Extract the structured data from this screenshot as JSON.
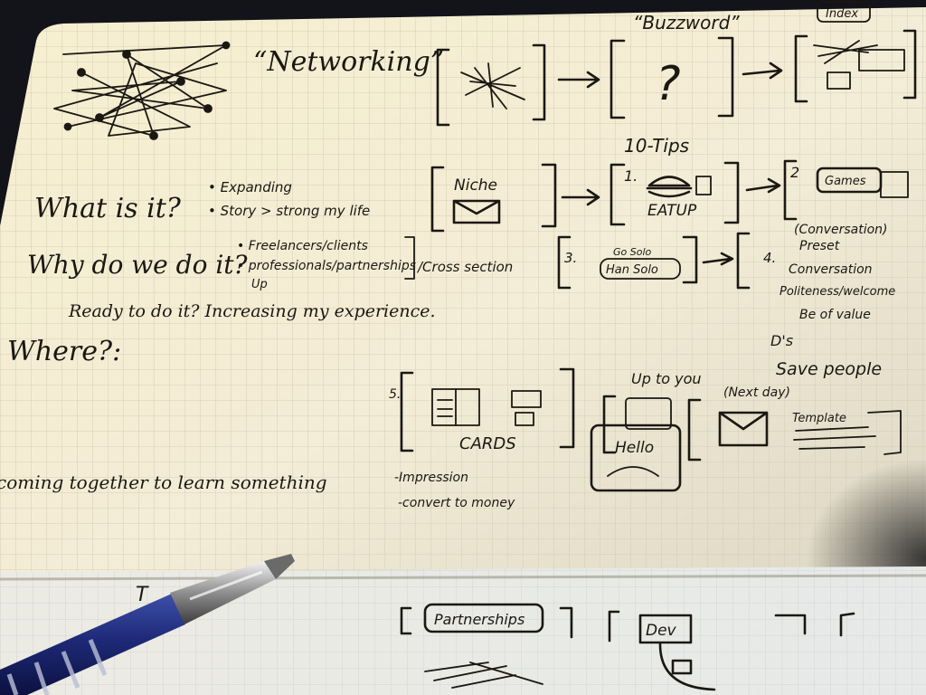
{
  "notebook": {
    "top_page": {
      "title": "“Networking”",
      "questions": {
        "what": {
          "label": "What is it?",
          "bullets": [
            "• Expanding",
            "• Story > strong my life"
          ]
        },
        "why": {
          "label": "Why do we do it?",
          "bullets": [
            "• Freelancers/clients",
            "• professionals/partnerships",
            "Up"
          ],
          "aside": "/Cross section"
        },
        "ready": "Ready to do it? Increasing my experience.",
        "where": "Where?:"
      },
      "footer_line": "coming together to learn something",
      "flow": {
        "top_label": "“Buzzword”",
        "unknown_mark": "?",
        "index_tag": "Index",
        "tips_label": "10-Tips",
        "niche_label": "Niche",
        "step1_number": "1.",
        "step1_caption": "EATUP",
        "step2_number": "2",
        "step2_tag": "Games",
        "step3_number": "3.",
        "step3_line1": "Go Solo",
        "step3_line2": "Han Solo",
        "step4_number": "4.",
        "step4_notes": [
          "(Conversation)",
          "Preset",
          "Conversation",
          "Politeness/welcome",
          "Be of value"
        ],
        "ds_label": "D's",
        "ds_note": "Save people",
        "cards_number": "5.",
        "cards_label": "CARDS",
        "cards_notes": [
          "-Impression",
          "-convert to money"
        ],
        "upto_label": "Up to you",
        "hello_label": "Hello",
        "next_day_label": "(Next day)",
        "template_label": "Template"
      }
    },
    "bottom_page": {
      "partnerships_tag": "Partnerships",
      "dev_tag": "Dev",
      "margin_mark": "T"
    }
  }
}
